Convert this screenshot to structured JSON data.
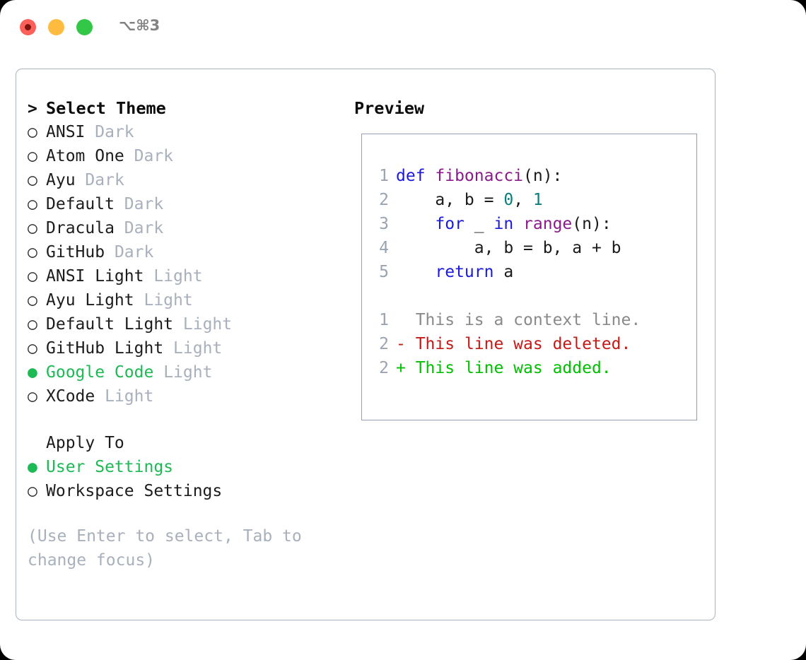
{
  "titlebar": {
    "shortcut": "⌥⌘3",
    "buttons": {
      "close": "close-button",
      "minimize": "minimize-button",
      "maximize": "maximize-button"
    },
    "colors": {
      "close": "#fc6058",
      "minimize": "#fdbc40",
      "maximize": "#33c748"
    }
  },
  "colors": {
    "accent_selected": "#1db954",
    "muted_tag": "#a8b0bc",
    "panel_border": "#aab4c0",
    "preview_border": "#95a0ad",
    "keyword": "#1a1ae0",
    "function": "#8b1a8b",
    "number": "#0b7d7d",
    "diff_deleted": "#c41a16",
    "diff_added": "#00bf00",
    "diff_context": "#8a8a8a",
    "line_number": "#9aa4b0"
  },
  "theme_section": {
    "caret": ">",
    "title": "Select Theme",
    "marker_unselected": "○",
    "marker_selected": "●",
    "items": [
      {
        "marker": "○",
        "name": "ANSI",
        "tag": "Dark",
        "selected": false
      },
      {
        "marker": "○",
        "name": "Atom One",
        "tag": "Dark",
        "selected": false
      },
      {
        "marker": "○",
        "name": "Ayu",
        "tag": "Dark",
        "selected": false
      },
      {
        "marker": "○",
        "name": "Default",
        "tag": "Dark",
        "selected": false
      },
      {
        "marker": "○",
        "name": "Dracula",
        "tag": "Dark",
        "selected": false
      },
      {
        "marker": "○",
        "name": "GitHub",
        "tag": "Dark",
        "selected": false
      },
      {
        "marker": "○",
        "name": "ANSI Light",
        "tag": "Light",
        "selected": false
      },
      {
        "marker": "○",
        "name": "Ayu Light",
        "tag": "Light",
        "selected": false
      },
      {
        "marker": "○",
        "name": "Default Light",
        "tag": "Light",
        "selected": false
      },
      {
        "marker": "○",
        "name": "GitHub Light",
        "tag": "Light",
        "selected": false
      },
      {
        "marker": "●",
        "name": "Google Code",
        "tag": "Light",
        "selected": true
      },
      {
        "marker": "○",
        "name": "XCode",
        "tag": "Light",
        "selected": false
      }
    ]
  },
  "apply_section": {
    "title": "Apply To",
    "items": [
      {
        "marker": "●",
        "name": "User Settings",
        "selected": true
      },
      {
        "marker": "○",
        "name": "Workspace Settings",
        "selected": false
      }
    ]
  },
  "hint": "(Use Enter to select, Tab to change focus)",
  "preview": {
    "title": "Preview",
    "code_lines": [
      {
        "n": "1",
        "tokens": [
          {
            "t": "def ",
            "c": "kw"
          },
          {
            "t": "fibonacci",
            "c": "fn"
          },
          {
            "t": "(n):",
            "c": "plain"
          }
        ]
      },
      {
        "n": "2",
        "tokens": [
          {
            "t": "    a, b = ",
            "c": "plain"
          },
          {
            "t": "0",
            "c": "num"
          },
          {
            "t": ", ",
            "c": "plain"
          },
          {
            "t": "1",
            "c": "num"
          }
        ]
      },
      {
        "n": "3",
        "tokens": [
          {
            "t": "    ",
            "c": "plain"
          },
          {
            "t": "for",
            "c": "kw"
          },
          {
            "t": " _ ",
            "c": "plain"
          },
          {
            "t": "in",
            "c": "kw"
          },
          {
            "t": " ",
            "c": "plain"
          },
          {
            "t": "range",
            "c": "fn"
          },
          {
            "t": "(n):",
            "c": "plain"
          }
        ]
      },
      {
        "n": "4",
        "tokens": [
          {
            "t": "        a, b = b, a + b",
            "c": "plain"
          }
        ]
      },
      {
        "n": "5",
        "tokens": [
          {
            "t": "    ",
            "c": "plain"
          },
          {
            "t": "return",
            "c": "kw"
          },
          {
            "t": " a",
            "c": "plain"
          }
        ]
      }
    ],
    "diff_lines": [
      {
        "n": "1",
        "sign": " ",
        "text": " This is a context line.",
        "kind": "ctx"
      },
      {
        "n": "2",
        "sign": "-",
        "text": " This line was deleted.",
        "kind": "del"
      },
      {
        "n": "2",
        "sign": "+",
        "text": " This line was added.",
        "kind": "add"
      }
    ]
  }
}
